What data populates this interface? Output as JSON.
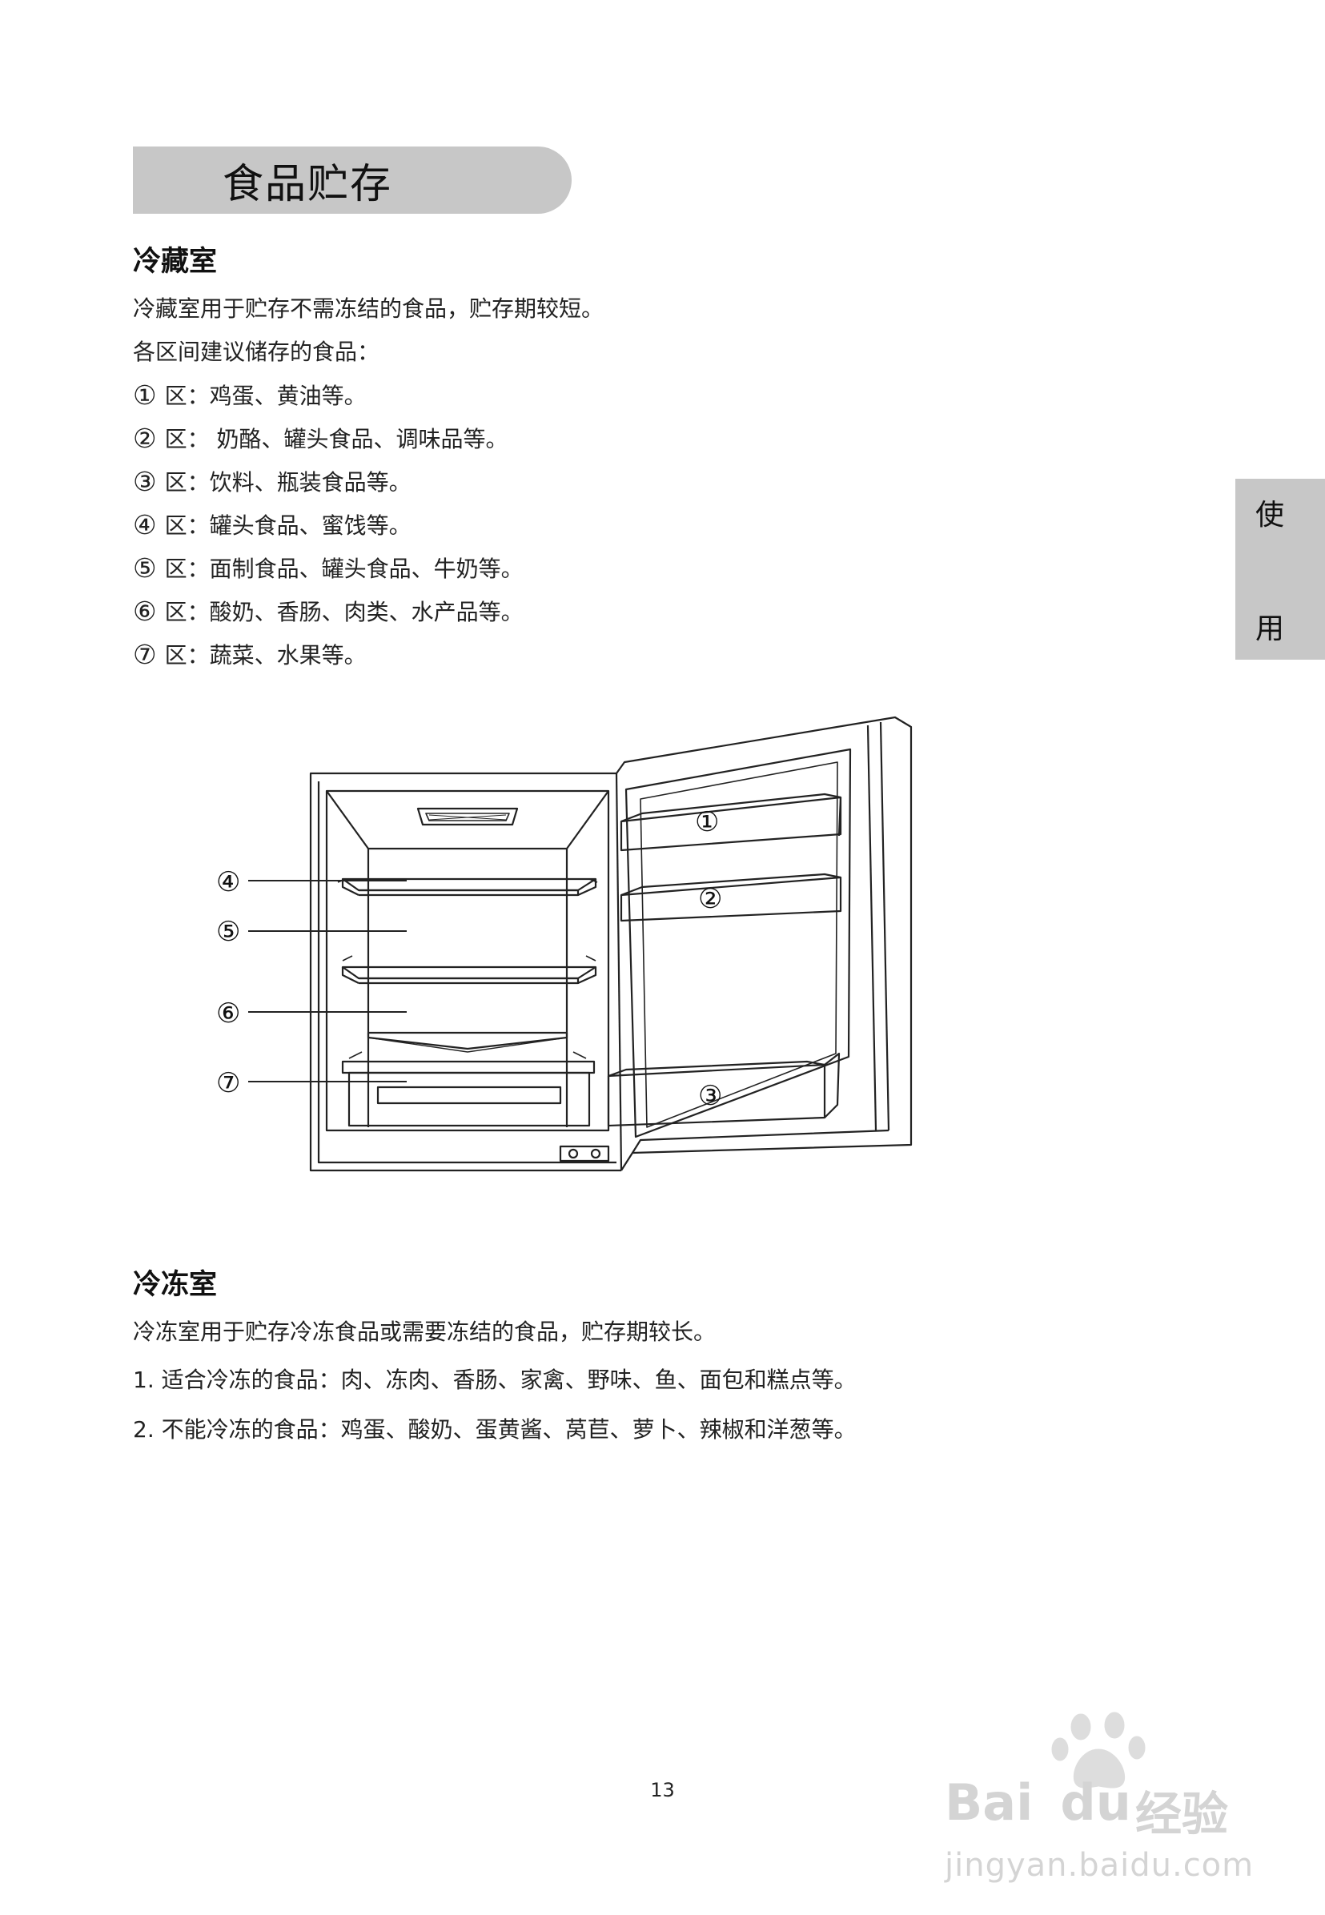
{
  "page": {
    "title": "食品贮存",
    "side_tab": [
      "使",
      "用"
    ],
    "page_number": "13"
  },
  "fridge": {
    "heading": "冷藏室",
    "intro": "冷藏室用于贮存不需冻结的食品，贮存期较短。",
    "list_intro": "各区间建议储存的食品：",
    "zones": [
      {
        "marker": "①",
        "text": " 区：鸡蛋、黄油等。"
      },
      {
        "marker": "②",
        "text": " 区： 奶酪、罐头食品、调味品等。"
      },
      {
        "marker": "③",
        "text": " 区：饮料、瓶装食品等。"
      },
      {
        "marker": "④",
        "text": " 区：罐头食品、蜜饯等。"
      },
      {
        "marker": "⑤",
        "text": " 区：面制食品、罐头食品、牛奶等。"
      },
      {
        "marker": "⑥",
        "text": " 区：酸奶、香肠、肉类、水产品等。"
      },
      {
        "marker": "⑦",
        "text": " 区：蔬菜、水果等。"
      }
    ]
  },
  "diagram": {
    "callouts": [
      "①",
      "②",
      "③",
      "④",
      "⑤",
      "⑥",
      "⑦"
    ]
  },
  "freezer": {
    "heading": "冷冻室",
    "intro": "冷冻室用于贮存冷冻食品或需要冻结的食品，贮存期较长。",
    "line1": "1. 适合冷冻的食品：肉、冻肉、香肠、家禽、野味、鱼、面包和糕点等。",
    "line2": "2. 不能冷冻的食品：鸡蛋、酸奶、蛋黄酱、莴苣、萝卜、辣椒和洋葱等。"
  },
  "watermark": {
    "brand": "Bai",
    "brand2": "du",
    "brand_cn": "经验",
    "url": "jingyan.baidu.com"
  }
}
